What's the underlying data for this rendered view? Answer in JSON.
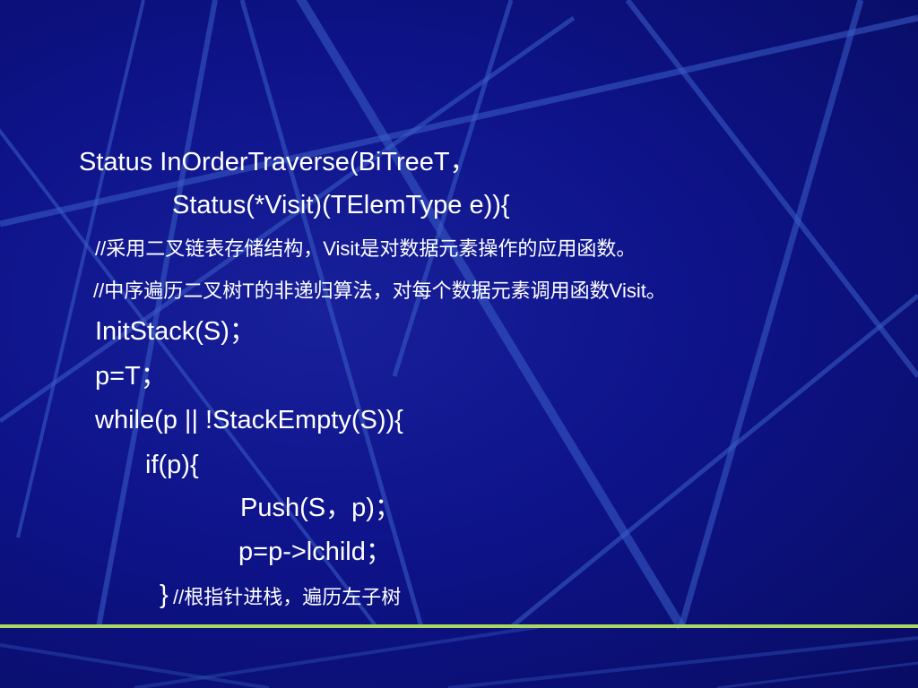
{
  "slide": {
    "code_lines": [
      "Status InOrderTraverse(BiTreeT，",
      "Status(*Visit)(TElemType e)){",
      "//采用二叉链表存储结构，Visit是对数据元素操作的应用函数。",
      "//中序遍历二叉树T的非递归算法，对每个数据元素调用函数Visit。",
      "InitStack(S)；",
      "p=T；",
      "while(p || !StackEmpty(S)){",
      "if(p){",
      "Push(S，p)；",
      "p=p->lchild；",
      "}",
      "//根指针进栈，遍历左子树"
    ]
  },
  "colors": {
    "background": "#0e138a",
    "text": "#ffffff",
    "accent_line": "#a8d860"
  }
}
